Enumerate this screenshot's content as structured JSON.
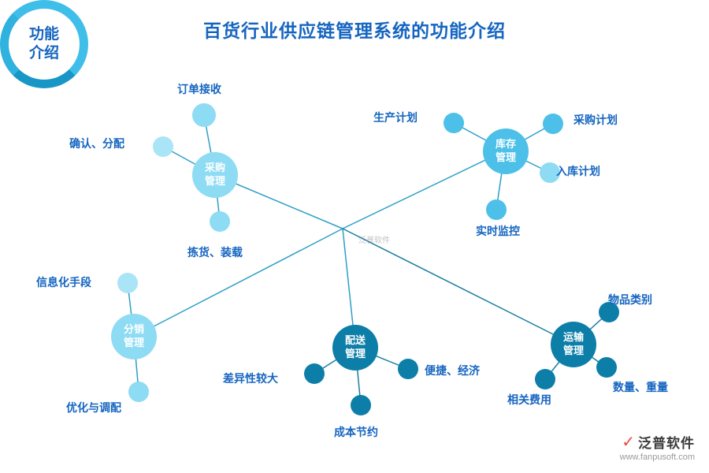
{
  "title": "百货行业供应链管理系统的功能介绍",
  "center": {
    "label": "功能介绍"
  },
  "branches": [
    {
      "id": "procurement",
      "label": "采购管理",
      "leaves": [
        "订单接收",
        "确认、分配",
        "拣货、装载"
      ]
    },
    {
      "id": "inventory",
      "label": "库存管理",
      "leaves": [
        "生产计划",
        "采购计划",
        "入库计划",
        "实时监控"
      ]
    },
    {
      "id": "distribution",
      "label": "分销管理",
      "leaves": [
        "信息化手段",
        "优化与调配"
      ]
    },
    {
      "id": "delivery",
      "label": "配送管理",
      "leaves": [
        "差异性较大",
        "成本节约",
        "便捷、经济"
      ]
    },
    {
      "id": "transport",
      "label": "运输管理",
      "leaves": [
        "物品类别",
        "数量、重量",
        "相关费用"
      ]
    }
  ],
  "watermark": {
    "text": "泛普软件"
  },
  "logo": {
    "mark": "✓",
    "name": "泛普软件",
    "url": "www.fanpusoft.com"
  },
  "colors": {
    "title_text": "#1565C0",
    "label_text": "#1565C0",
    "node_light": "#8EDBF4",
    "node_medium": "#4CC0E8",
    "node_dark": "#0D7EA8",
    "center_ring": "#3EBEE8",
    "connector": "#2E9FC6",
    "logo_mark": "#E8483A"
  }
}
